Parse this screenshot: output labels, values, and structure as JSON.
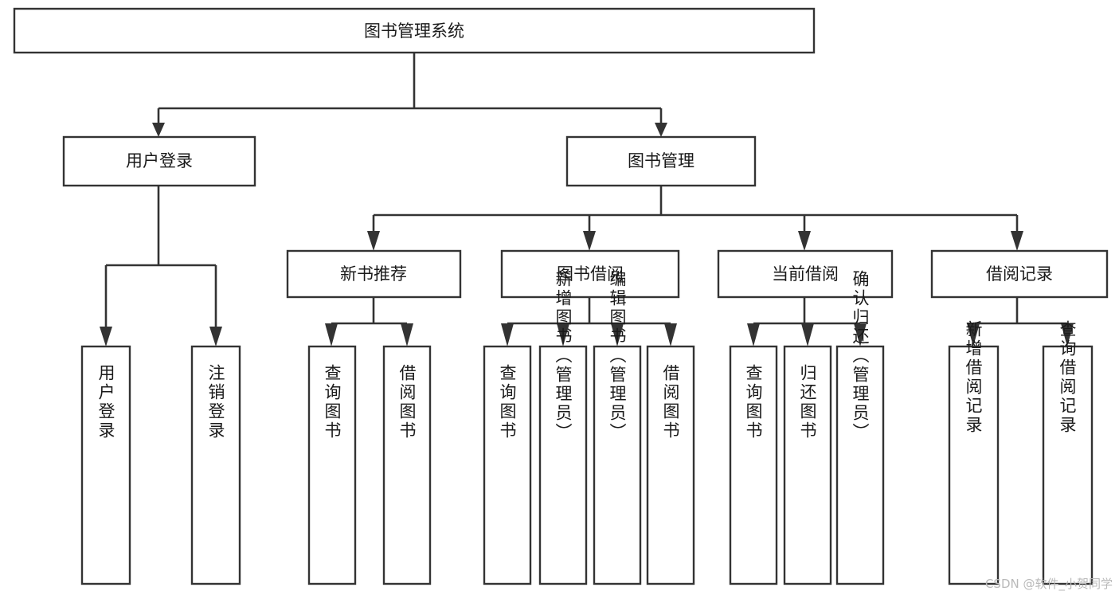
{
  "diagram": {
    "title": "图书管理系统",
    "type": "tree",
    "orientation": "top-down",
    "colors": {
      "background": "#ffffff",
      "box_fill": "#ffffff",
      "box_stroke": "#333333",
      "edge": "#333333",
      "label": "#1a1a1a",
      "watermark": "#b9b9b9"
    },
    "root": {
      "id": "root",
      "label": "图书管理系统",
      "text_direction": "horizontal"
    },
    "level2": [
      {
        "id": "user-login",
        "label": "用户登录",
        "text_direction": "horizontal"
      },
      {
        "id": "book-manage",
        "label": "图书管理",
        "text_direction": "horizontal"
      }
    ],
    "level3": [
      {
        "id": "new-book-recommend",
        "label": "新书推荐",
        "text_direction": "horizontal",
        "parent": "book-manage"
      },
      {
        "id": "book-borrow",
        "label": "图书借阅",
        "text_direction": "horizontal",
        "parent": "book-manage"
      },
      {
        "id": "current-borrow",
        "label": "当前借阅",
        "text_direction": "horizontal",
        "parent": "book-manage"
      },
      {
        "id": "borrow-record",
        "label": "借阅记录",
        "text_direction": "horizontal",
        "parent": "book-manage"
      }
    ],
    "leaves": {
      "user_login": [
        {
          "id": "leaf-user-login",
          "label": "用户登录",
          "text_direction": "vertical"
        },
        {
          "id": "leaf-user-logout",
          "label": "注销登录",
          "text_direction": "vertical"
        }
      ],
      "new_book_recommend": [
        {
          "id": "leaf-query-book-1",
          "label": "查询图书",
          "text_direction": "vertical"
        },
        {
          "id": "leaf-borrow-book-1",
          "label": "借阅图书",
          "text_direction": "vertical"
        }
      ],
      "book_borrow": [
        {
          "id": "leaf-query-book-2",
          "label": "查询图书",
          "text_direction": "vertical"
        },
        {
          "id": "leaf-add-book",
          "label": "新增图书（管理员）",
          "text_direction": "vertical"
        },
        {
          "id": "leaf-edit-book",
          "label": "编辑图书（管理员）",
          "text_direction": "vertical"
        },
        {
          "id": "leaf-borrow-book-2",
          "label": "借阅图书",
          "text_direction": "vertical"
        }
      ],
      "current_borrow": [
        {
          "id": "leaf-query-book-3",
          "label": "查询图书",
          "text_direction": "vertical"
        },
        {
          "id": "leaf-return-book",
          "label": "归还图书",
          "text_direction": "vertical"
        },
        {
          "id": "leaf-confirm-return",
          "label": "确认归还（管理员）",
          "text_direction": "vertical"
        }
      ],
      "borrow_record": [
        {
          "id": "leaf-add-record",
          "label": "新增借阅记录",
          "text_direction": "vertical"
        },
        {
          "id": "leaf-query-record",
          "label": "查询借阅记录",
          "text_direction": "vertical"
        }
      ]
    }
  },
  "watermark": {
    "text": "CSDN @软件_小贺同学"
  }
}
